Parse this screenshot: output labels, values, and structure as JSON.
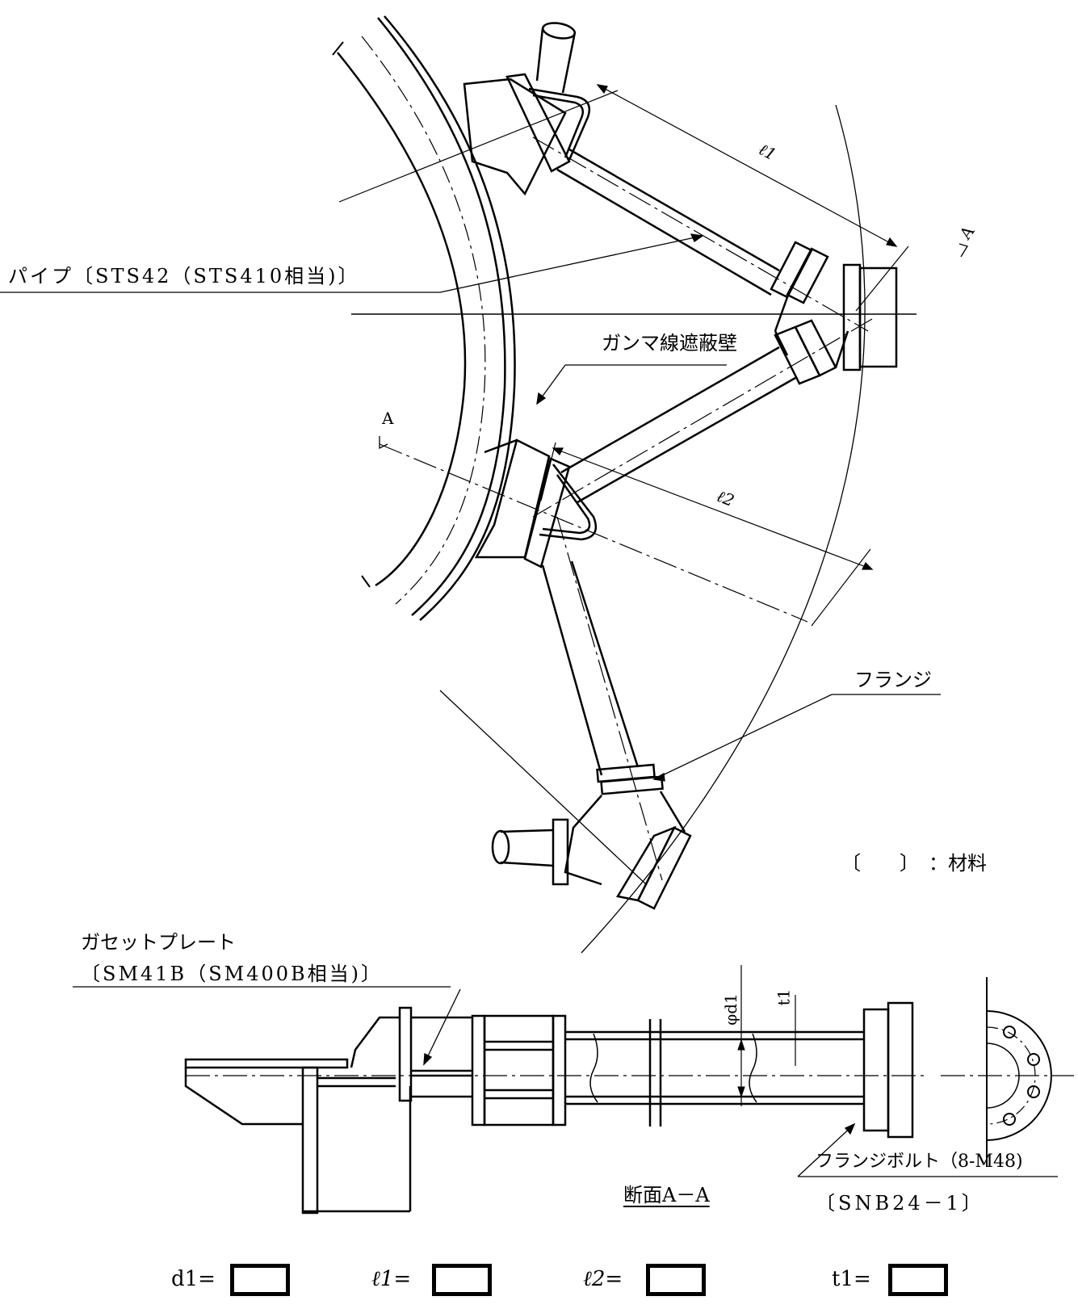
{
  "labels": {
    "pipe": "パイプ〔STS42（STS410相当)〕",
    "gamma_wall": "ガンマ線遮蔽壁",
    "flange": "フランジ",
    "material_legend": "〔　　〕　：材料",
    "gusset_line1": "ガセットプレート",
    "gusset_line2": "〔SM41B（SM400B相当)〕",
    "section": "断面A－A",
    "flange_bolt_line1": "フランジボルト（8-M48)",
    "flange_bolt_line2": "〔SNB24－1〕",
    "section_marker": "A"
  },
  "dimensions": {
    "l1": "ℓ1",
    "l2": "ℓ2",
    "d1": "φd1",
    "t1": "t1"
  },
  "bottom_boxes": [
    {
      "label": "d1="
    },
    {
      "label": "ℓ1="
    },
    {
      "label": "ℓ2="
    },
    {
      "label": "t1="
    }
  ]
}
